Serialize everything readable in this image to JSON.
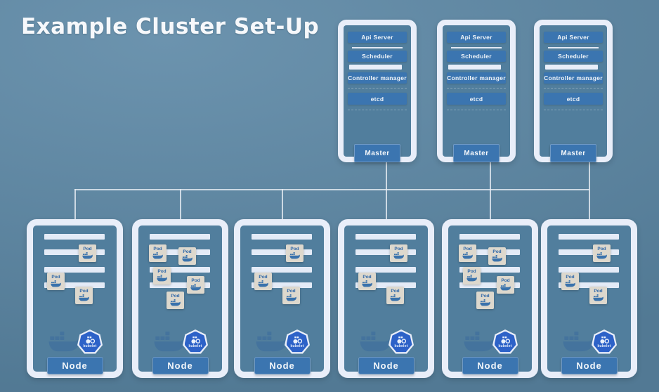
{
  "title": "Example Cluster Set-Up",
  "colors": {
    "background": "#5b87a5",
    "panel_border": "#e9eef9",
    "panel_interior": "#517e9d",
    "box_blue": "#3b75b0",
    "bar_color": "#e4ebf7",
    "pod_bg": "#ddd8cd",
    "pod_text": "#2d66a8",
    "pod_icon": "#3a72ac",
    "whale": "#44739d",
    "kubelet_badge": "#2d62c8",
    "connector": "#e8edf4"
  },
  "masters": [
    {
      "label": "Master",
      "components": [
        "Api Server",
        "Scheduler",
        "Controller manager",
        "etcd"
      ]
    },
    {
      "label": "Master",
      "components": [
        "Api Server",
        "Scheduler",
        "Controller manager",
        "etcd"
      ]
    },
    {
      "label": "Master",
      "components": [
        "Api Server",
        "Scheduler",
        "Controller manager",
        "etcd"
      ]
    }
  ],
  "nodes": [
    {
      "label": "Node",
      "kubelet_label": "kubelet",
      "pods": [
        "Pod",
        "Pod",
        "Pod"
      ]
    },
    {
      "label": "Node",
      "kubelet_label": "kubelet",
      "pods": [
        "Pod",
        "Pod",
        "Pod",
        "Pod",
        "Pod"
      ]
    },
    {
      "label": "Node",
      "kubelet_label": "kubelet",
      "pods": [
        "Pod",
        "Pod",
        "Pod"
      ]
    },
    {
      "label": "Node",
      "kubelet_label": "kubelet",
      "pods": [
        "Pod",
        "Pod",
        "Pod"
      ]
    },
    {
      "label": "Node",
      "kubelet_label": "kubelet",
      "pods": [
        "Pod",
        "Pod",
        "Pod",
        "Pod",
        "Pod"
      ]
    },
    {
      "label": "Node",
      "kubelet_label": "kubelet",
      "pods": [
        "Pod",
        "Pod",
        "Pod"
      ]
    }
  ]
}
